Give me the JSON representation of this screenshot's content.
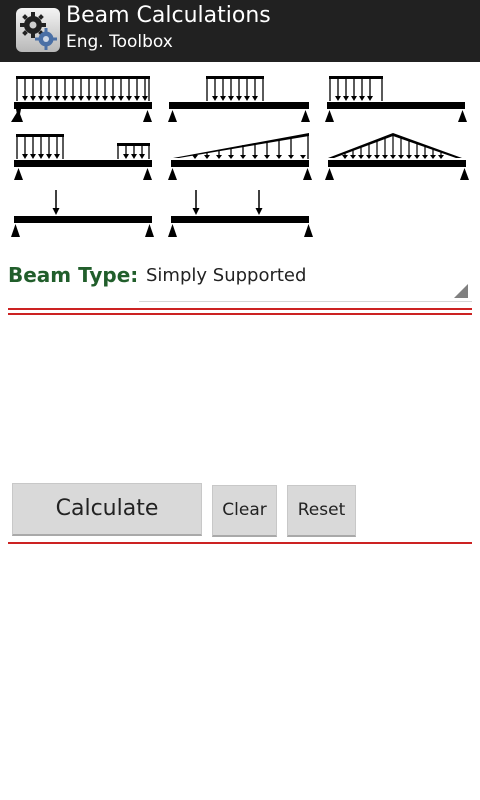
{
  "app_bar": {
    "title": "Beam Calculations",
    "subtitle": "Eng. Toolbox",
    "icon": "gears-icon"
  },
  "beam_types": [
    {
      "name": "uniform-load-full-span",
      "load": "uniform-full"
    },
    {
      "name": "uniform-load-center-span",
      "load": "uniform-center"
    },
    {
      "name": "uniform-load-left-span",
      "load": "uniform-left"
    },
    {
      "name": "two-uniform-loads",
      "load": "uniform-two"
    },
    {
      "name": "triangular-load-increasing",
      "load": "triangular"
    },
    {
      "name": "triangular-load-symmetric",
      "load": "triangular-peak"
    },
    {
      "name": "single-point-load",
      "load": "point-single"
    },
    {
      "name": "two-point-loads",
      "load": "point-two"
    }
  ],
  "beam_type_section": {
    "label": "Beam Type:",
    "selected": "Simply Supported"
  },
  "buttons": {
    "calculate": "Calculate",
    "clear": "Clear",
    "reset": "Reset"
  },
  "colors": {
    "app_bar": "#212121",
    "label_green": "#215e2b",
    "divider_red": "#cc2222",
    "button": "#d9d9d9"
  }
}
